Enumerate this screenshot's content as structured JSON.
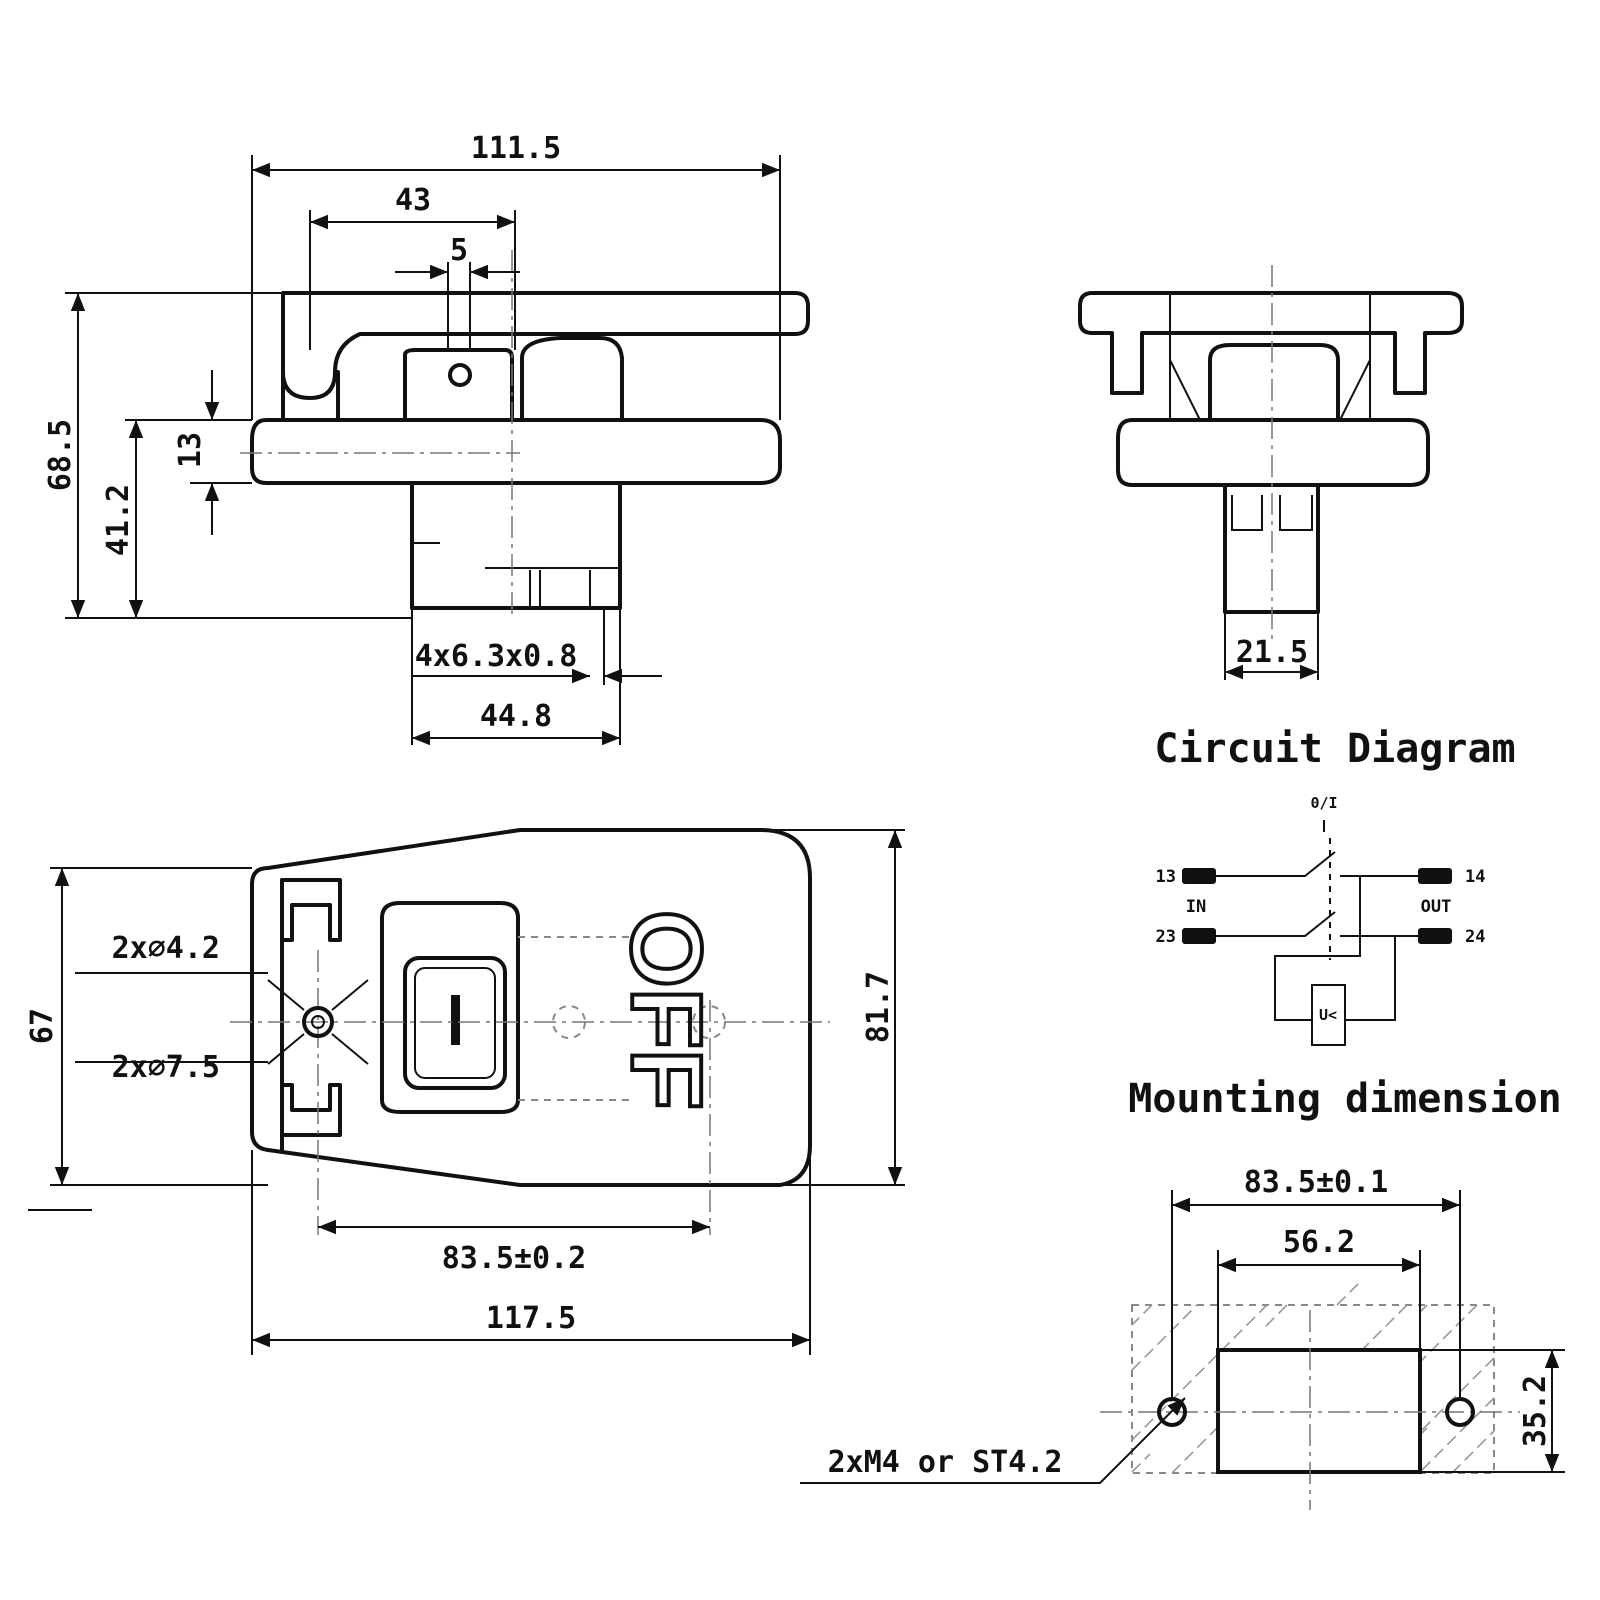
{
  "front_view": {
    "dim_width_top": "111.5",
    "dim_43": "43",
    "dim_5": "5",
    "dim_height_total": "68.5",
    "dim_41_2": "41.2",
    "dim_13": "13",
    "dim_terminals": "4x6.3x0.8",
    "dim_44_8": "44.8"
  },
  "side_view": {
    "dim_21_5": "21.5"
  },
  "circuit": {
    "heading": "Circuit Diagram",
    "switch_label": "0/I",
    "t13": "13",
    "t23": "23",
    "t14": "14",
    "t24": "24",
    "in": "IN",
    "out": "OUT",
    "coil_label": "U<"
  },
  "top_view": {
    "hole_small": "2x∅4.2",
    "hole_large": "2x∅7.5",
    "dim_67": "67",
    "dim_81_7": "81.7",
    "dim_83_5": "83.5±0.2",
    "dim_117_5": "117.5",
    "off_label": "OFF"
  },
  "mounting": {
    "heading": "Mounting dimension",
    "dim_83_5": "83.5±0.1",
    "dim_56_2": "56.2",
    "dim_35_2": "35.2",
    "screw_spec": "2xM4 or ST4.2"
  }
}
